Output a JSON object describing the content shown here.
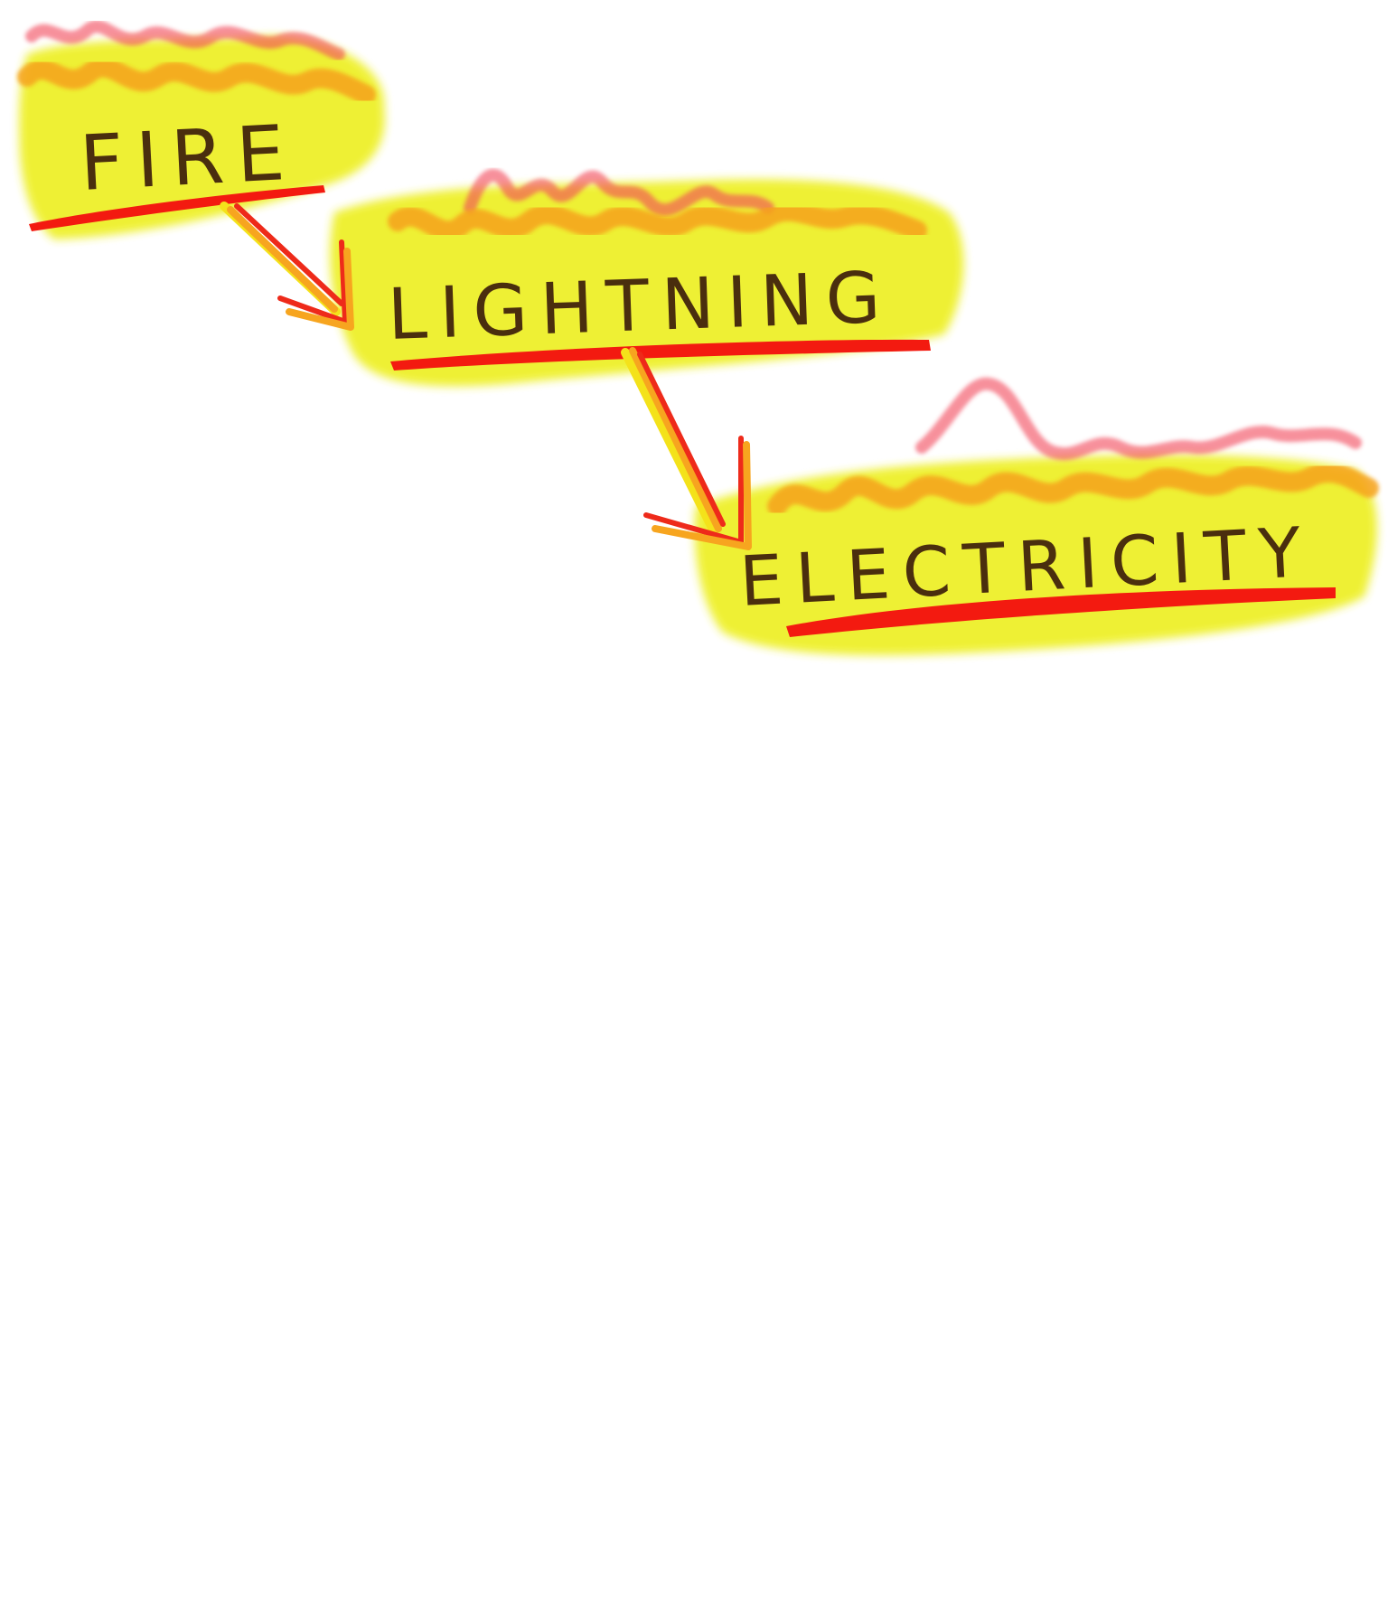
{
  "diagram": {
    "nodes": [
      {
        "id": "fire",
        "label": "FIRE"
      },
      {
        "id": "lightning",
        "label": "LIGHTNING"
      },
      {
        "id": "electricity",
        "label": "ELECTRICITY"
      }
    ],
    "edges": [
      {
        "from": "fire",
        "to": "lightning"
      },
      {
        "from": "lightning",
        "to": "electricity"
      }
    ],
    "colors": {
      "highlight": "#eef02a",
      "flame_orange": "#f6a21e",
      "flame_red": "#f2465a",
      "underline": "#f31a10",
      "arrow_red": "#ee2a1a",
      "arrow_orange": "#f7a51f",
      "arrow_yellow": "#f4e21a",
      "text": "#4a2e0e"
    }
  }
}
